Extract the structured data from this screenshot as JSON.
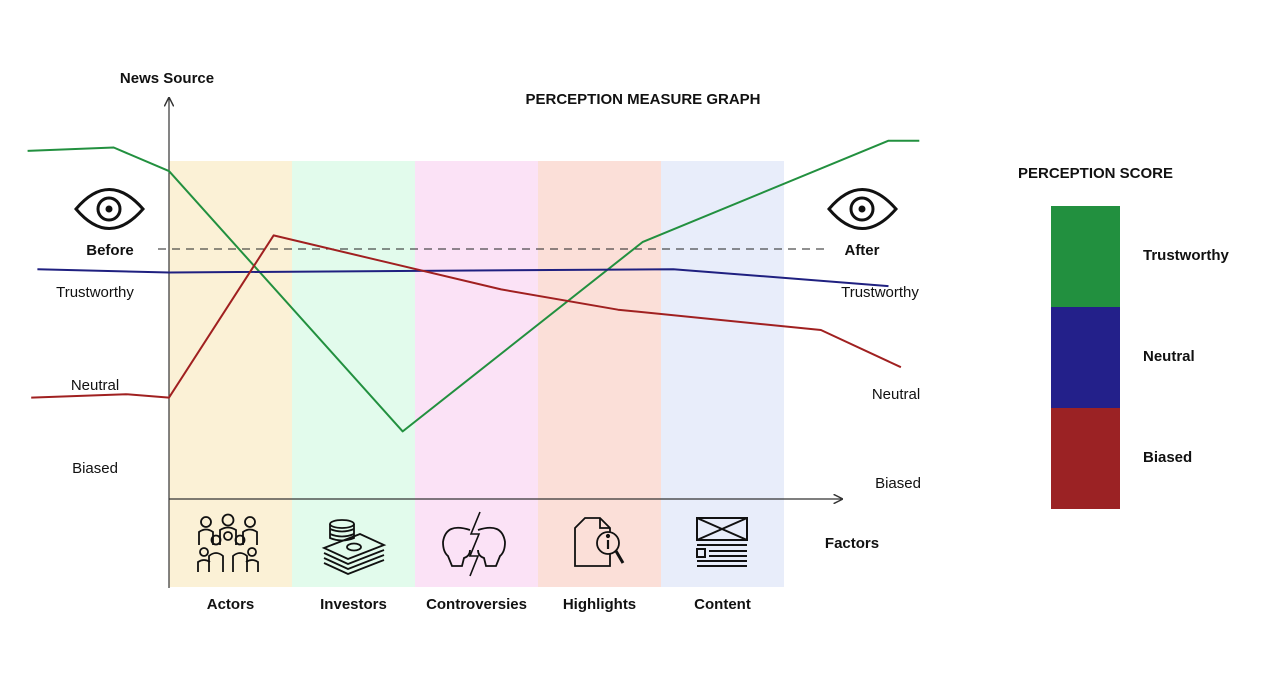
{
  "chart_data": {
    "type": "line",
    "title": "PERCEPTION MEASURE GRAPH",
    "ylabel": "News Source",
    "xlabel": "Factors",
    "before_label": "Before",
    "after_label": "After",
    "categories": [
      "Actors",
      "Investors",
      "Controversies",
      "Highlights",
      "Content"
    ],
    "category_icons": [
      "people-group-icon",
      "money-stack-icon",
      "conflict-heads-icon",
      "document-info-icon",
      "news-article-icon"
    ],
    "category_colors": [
      "#fbf1d6",
      "#e2fbec",
      "#fbe2f6",
      "#fbdfd8",
      "#e8edfa"
    ],
    "series": [
      {
        "name": "Trustworthy",
        "color": "#22903f",
        "start_label": "Trustworthy",
        "end_label": "Trustworthy",
        "points": [
          [
            -1.15,
            1.03
          ],
          [
            -0.45,
            1.04
          ],
          [
            0,
            0.97
          ],
          [
            1.9,
            0.2
          ],
          [
            3.85,
            0.76
          ],
          [
            5.85,
            1.06
          ],
          [
            6.1,
            1.06
          ]
        ]
      },
      {
        "name": "Neutral",
        "color": "#1f2080",
        "start_label": "Neutral",
        "end_label": "Neutral",
        "points": [
          [
            -1.07,
            0.68
          ],
          [
            0,
            0.67
          ],
          [
            4.1,
            0.68
          ],
          [
            5.85,
            0.63
          ]
        ]
      },
      {
        "name": "Biased",
        "color": "#a02020",
        "start_label": "Biased",
        "end_label": "Biased",
        "points": [
          [
            -1.12,
            0.3
          ],
          [
            -0.35,
            0.31
          ],
          [
            0,
            0.3
          ],
          [
            0.85,
            0.78
          ],
          [
            2.7,
            0.62
          ],
          [
            3.65,
            0.56
          ],
          [
            5.3,
            0.5
          ],
          [
            5.95,
            0.39
          ]
        ]
      }
    ]
  },
  "legend": {
    "title": "PERCEPTION SCORE",
    "items": [
      {
        "label": "Trustworthy",
        "color": "#22903f"
      },
      {
        "label": "Neutral",
        "color": "#23208a"
      },
      {
        "label": "Biased",
        "color": "#9b2224"
      }
    ]
  }
}
